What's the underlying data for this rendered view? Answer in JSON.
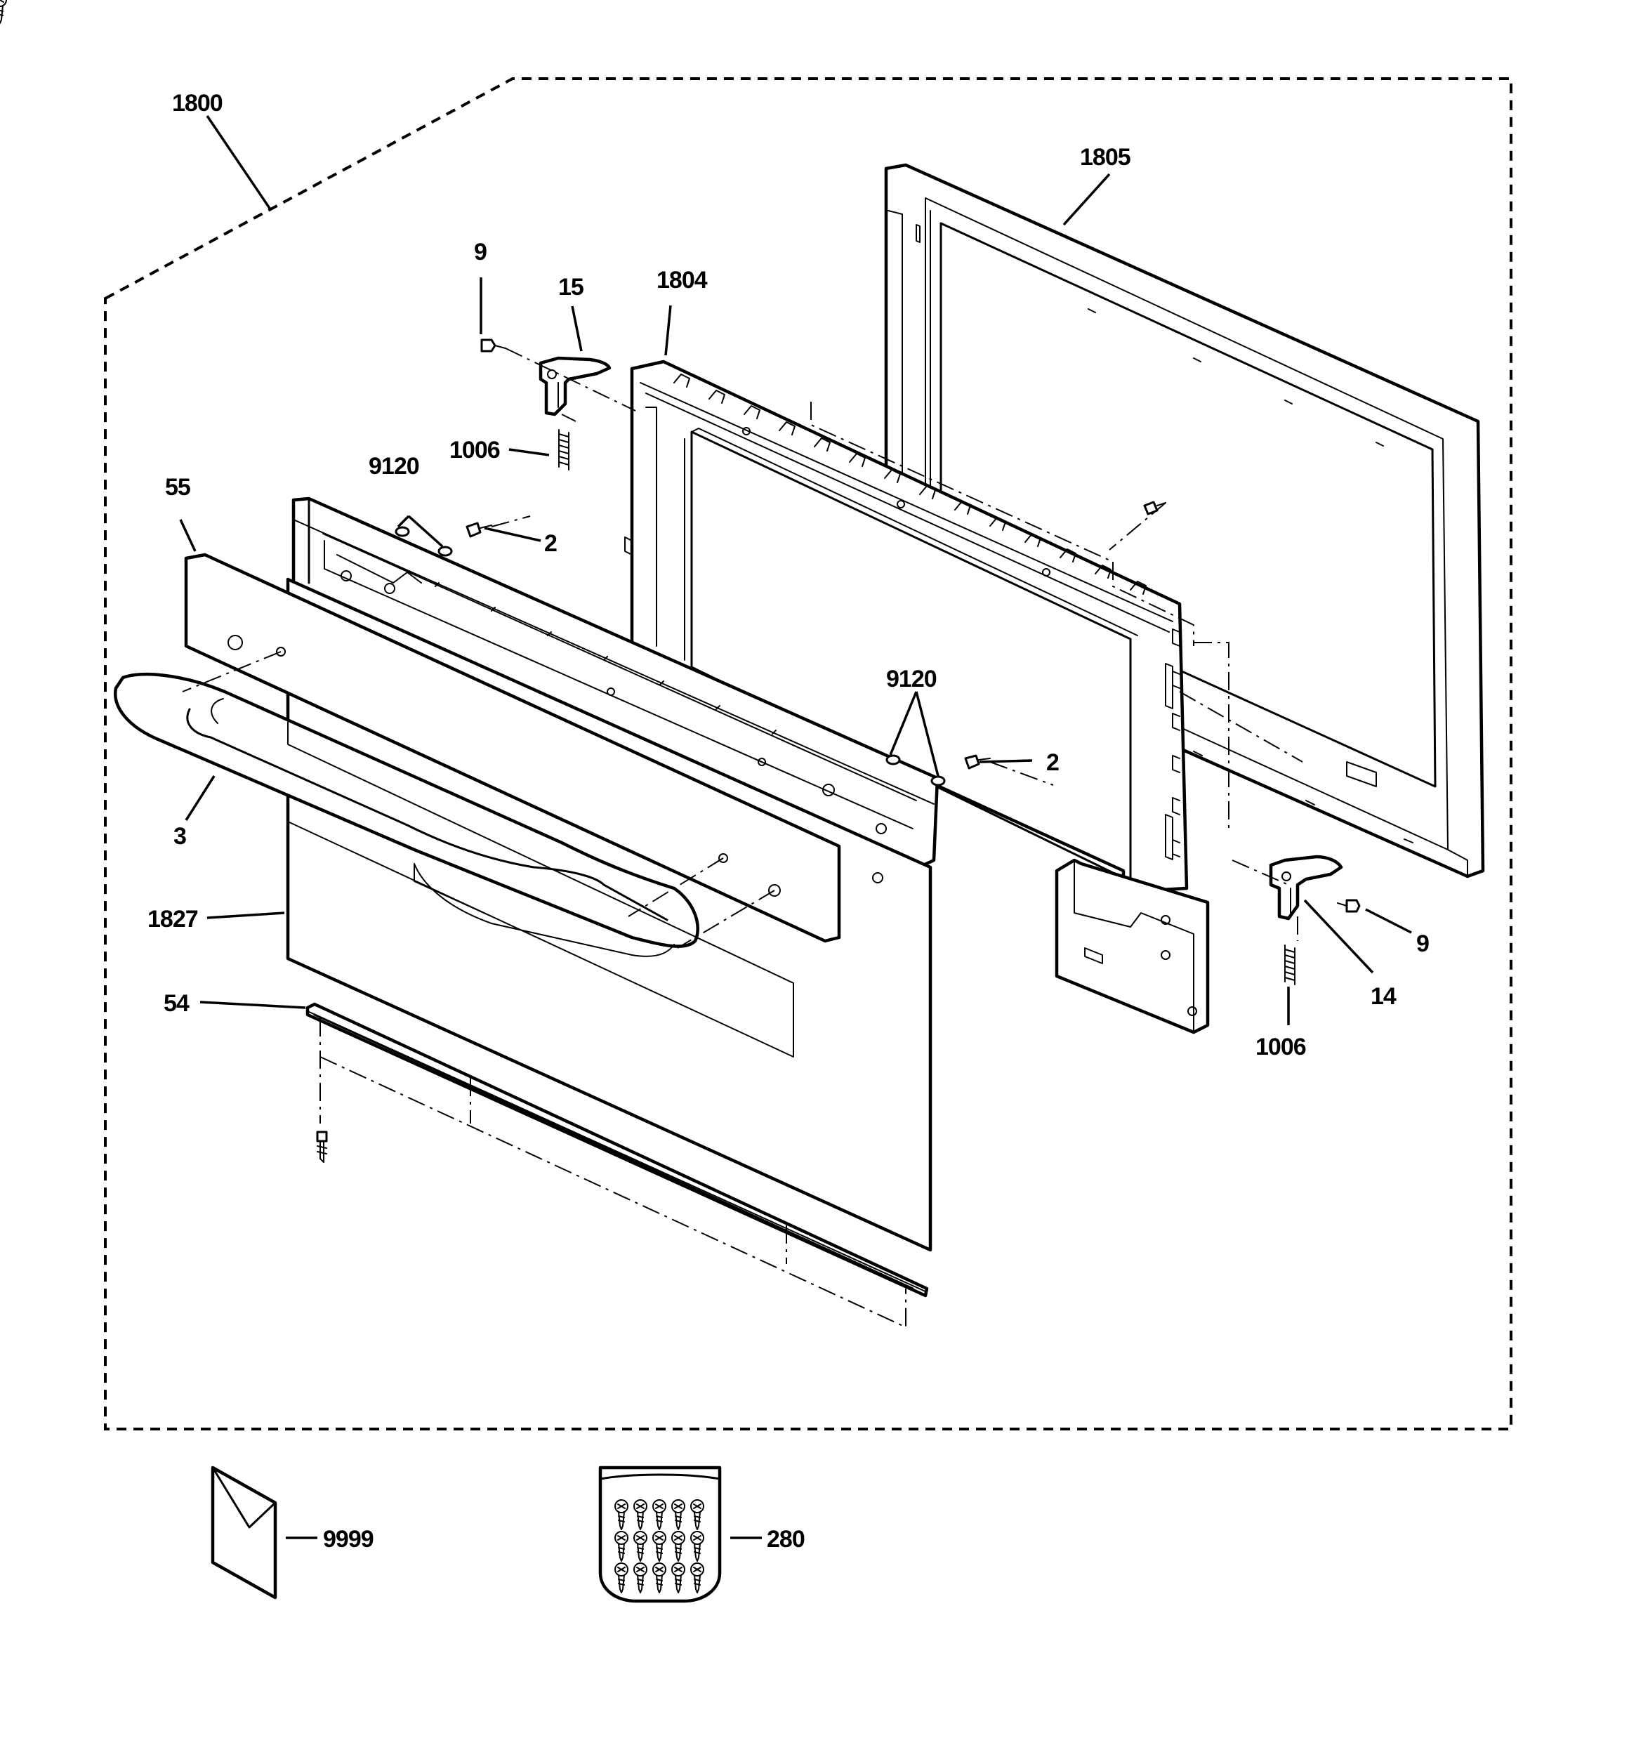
{
  "labels": {
    "kit_assembly": "1800",
    "outer_frame": "1805",
    "inner_door": "1804",
    "screw_left_top": "9",
    "hinge_left": "15",
    "spring_left": "1006",
    "washer_left": "9120",
    "screw_left_mid": "2",
    "trim_top": "55",
    "handle": "3",
    "door_panel": "1827",
    "trim_bottom": "54",
    "washer_right": "9120",
    "screw_right_mid": "2",
    "screw_right": "9",
    "hinge_right": "14",
    "spring_right": "1006",
    "literature": "9999",
    "screw_kit": "280"
  }
}
